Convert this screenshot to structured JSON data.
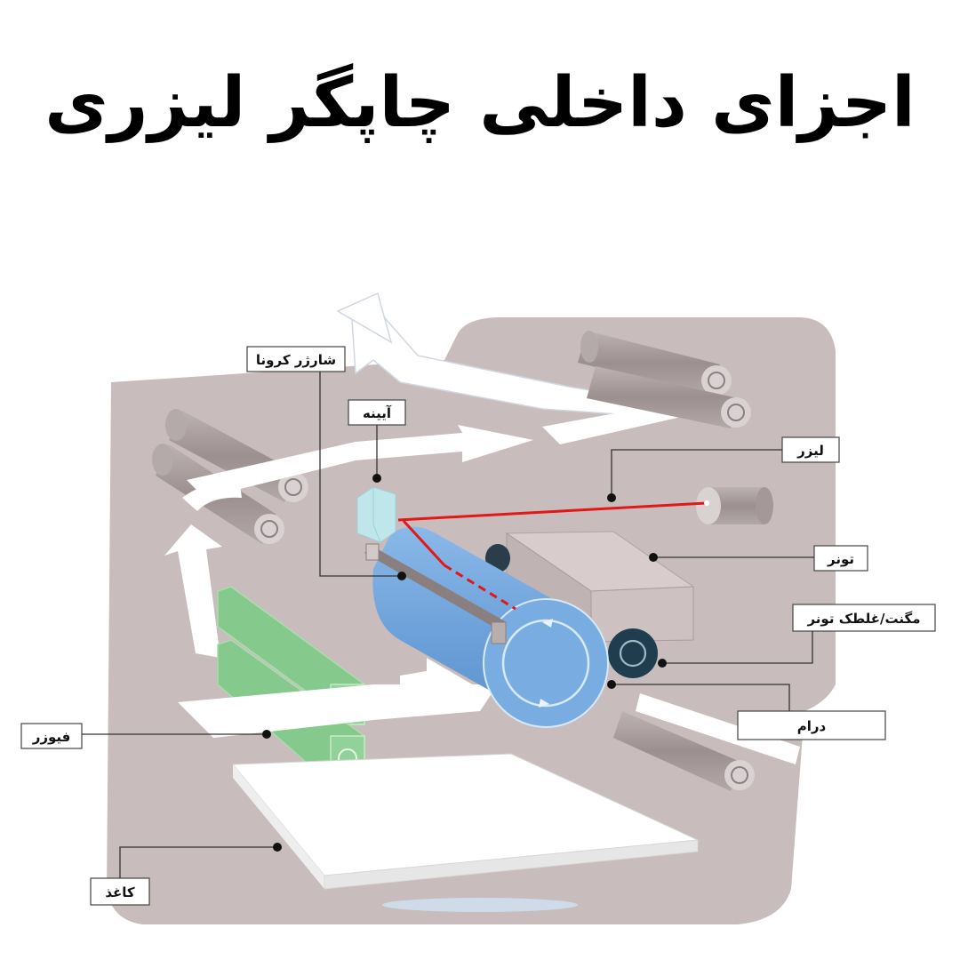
{
  "title": "اجزای داخلی چاپگر لیزری",
  "labels": {
    "corona": "شارژر کرونا",
    "mirror": "آیینه",
    "laser": "لیزر",
    "toner": "تونر",
    "magnet_roller": "مگنت/غلطک تونر",
    "drum": "درام",
    "fuser": "فیوزر",
    "paper": "کاغذ"
  },
  "colors": {
    "body": "#c8bcbc",
    "roller": "#a59898",
    "drum": "#72a6de",
    "fuser": "#86c98c",
    "mirror": "#bfe6ea",
    "laser": "#e01818",
    "magnet": "#1f3d4e"
  }
}
